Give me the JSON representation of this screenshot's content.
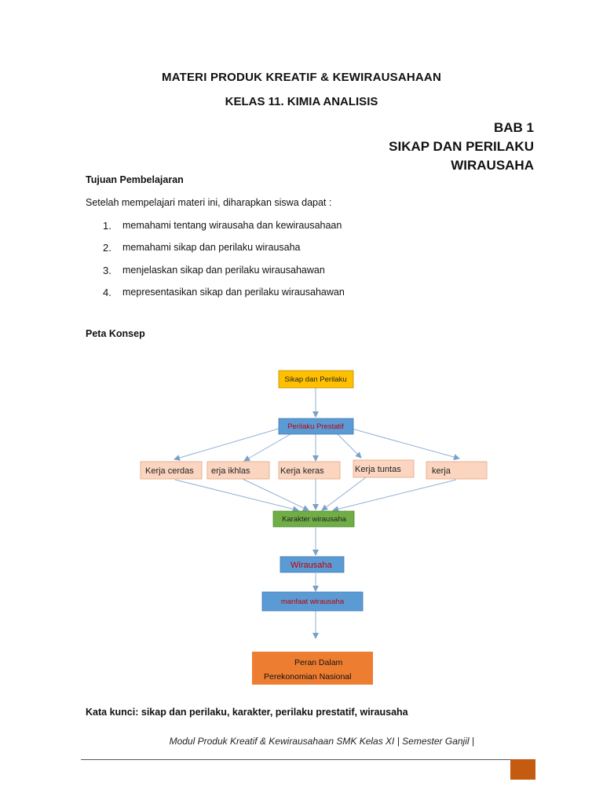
{
  "header": {
    "title_line1": "MATERI PRODUK KREATIF & KEWIRAUSAHAAN",
    "title_line2": "KELAS 11. KIMIA ANALISIS",
    "chapter_number": "BAB 1",
    "chapter_title_line1": "SIKAP DAN PERILAKU",
    "chapter_title_line2": "WIRAUSAHA"
  },
  "objectives": {
    "heading": "Tujuan Pembelajaran",
    "intro": "Setelah mempelajari  materi ini, diharapkan siswa dapat :",
    "items": [
      {
        "num": "1.",
        "text": "memahami tentang wirausaha dan kewirausahaan"
      },
      {
        "num": "2.",
        "text": "memahami sikap dan perilaku wirausaha"
      },
      {
        "num": "3.",
        "text": "menjelaskan sikap dan perilaku wirausahawan"
      },
      {
        "num": "4.",
        "text": "mepresentasikan sikap dan perilaku wirausahawan"
      }
    ]
  },
  "concept_map": {
    "heading": "Peta Konsep",
    "nodes": {
      "top": "Sikap dan Perilaku",
      "prestatif": "Perilaku Prestatif",
      "k1": "Kerja cerdas",
      "k2": "erja ikhlas",
      "k3": "Kerja keras",
      "k4": "Kerja tuntas",
      "k5": "kerja",
      "karakter": "Karakter wirausaha",
      "wirausaha": "Wirausaha",
      "manfaat": "manfaat wirausaha",
      "peran_line1": "Peran Dalam",
      "peran_line2": "Perekonomian Nasional"
    },
    "colors": {
      "top_fill": "#ffc000",
      "blue_fill": "#5b9bd5",
      "peach_fill": "#fbd5c0",
      "green_fill": "#70ad47",
      "orange_fill": "#ed7d31",
      "arrow": "#7ba0c8",
      "red_text": "#c00000"
    }
  },
  "keywords": {
    "label": "Kata kunci:",
    "text": "sikap dan perilaku, karakter, perilaku prestatif, wirausaha"
  },
  "footer": {
    "text": "Modul Produk Kreatif & Kewirausahaan SMK Kelas XI | Semester Ganjil |"
  }
}
